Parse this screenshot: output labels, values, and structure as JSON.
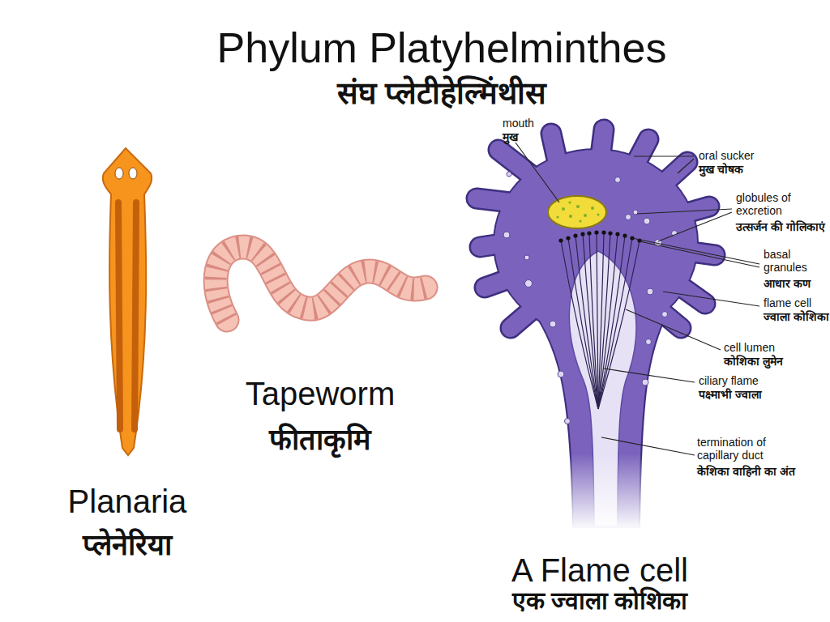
{
  "diagram": {
    "title": "Phylum Platyhelminthes",
    "labels": [
      "संघ प्लेटीहेल्मिंथीस",
      "Planaria",
      "प्लेनेरिया",
      "Tapeworm",
      "फीताकृमि",
      "mouth",
      "मुख",
      "oral sucker",
      "मुख चोषक",
      "globules of excretion",
      "उत्सर्जन की गोलिकाएं",
      "basal granules",
      "आधार कण",
      "flame cell",
      "ज्वाला कोशिका",
      "cell lumen",
      "कोशिका लुमेन",
      "ciliary flame",
      "पक्ष्माभी ज्वाला",
      "termination of capillary duct",
      "केशिका वाहिनी का अंत",
      "A Flame cell",
      "एक ज्वाला कोशिका"
    ]
  }
}
